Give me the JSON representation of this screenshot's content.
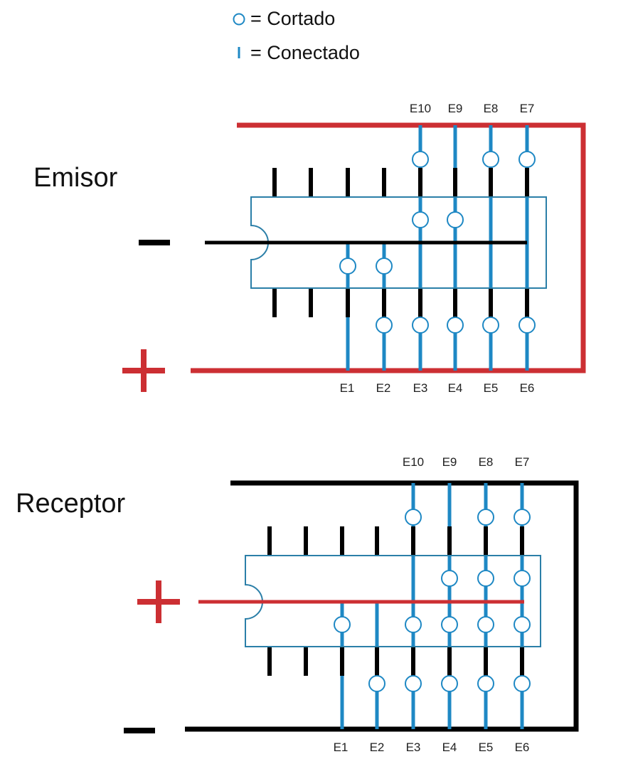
{
  "colors": {
    "red": "#cc2f33",
    "black": "#000000",
    "blue": "#1e88c4",
    "chip_outline": "#2b7fa8",
    "cut_circle_fill": "#ffffff"
  },
  "legend": {
    "cut_symbol": "circle",
    "cut_label": "= Cortado",
    "connected_symbol": "short-blue-line",
    "connected_label": "= Conectado"
  },
  "top_pin_labels": [
    "E10",
    "E9",
    "E8",
    "E7"
  ],
  "bottom_pin_labels": [
    "E1",
    "E2",
    "E3",
    "E4",
    "E5",
    "E6"
  ],
  "diagrams": [
    {
      "title": "Emisor",
      "left_top_symbol": "minus",
      "left_bottom_symbol": "plus",
      "outer_bus_color": "red",
      "inner_bus_color": "black",
      "cuts": {
        "top_outer": [
          "E10",
          "E8",
          "E7"
        ],
        "top_inner": [
          "E10",
          "E9"
        ],
        "middle": [
          "E1",
          "E2"
        ],
        "bottom_inner": [
          "E2",
          "E3",
          "E4",
          "E5",
          "E6"
        ]
      }
    },
    {
      "title": "Receptor",
      "left_top_symbol": "plus",
      "left_bottom_symbol": "minus",
      "outer_bus_color": "black",
      "inner_bus_color": "red",
      "cuts": {
        "top_outer": [
          "E10",
          "E8",
          "E7"
        ],
        "top_inner": [
          "E9",
          "E8",
          "E7"
        ],
        "middle": [
          "E1",
          "E10",
          "E9",
          "E8",
          "E7"
        ],
        "bottom_inner": [
          "E2",
          "E3",
          "E4",
          "E5",
          "E6"
        ]
      }
    }
  ]
}
